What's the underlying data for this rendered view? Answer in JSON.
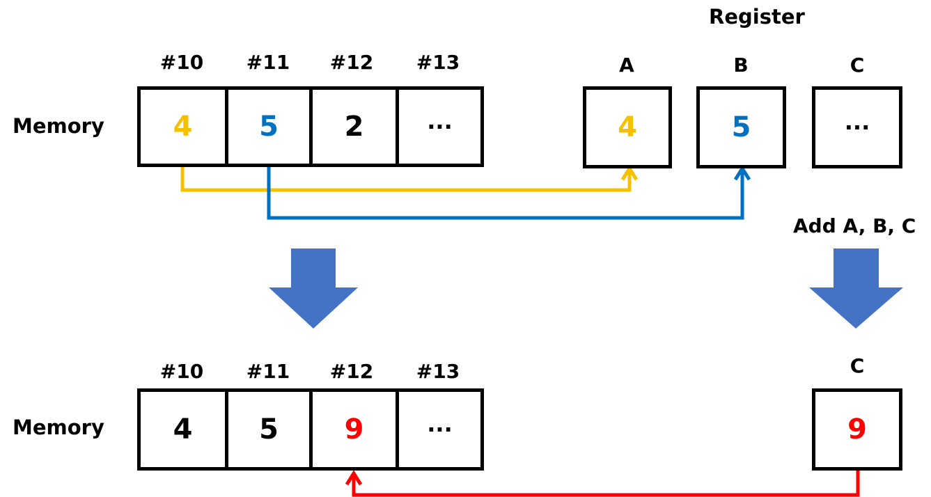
{
  "colors": {
    "yellow": "#F5C000",
    "blue": "#0070C0",
    "red": "#FF0000",
    "black": "#000000",
    "big_arrow": "#4472C4"
  },
  "register_title": "Register",
  "instruction": "Add A, B, C",
  "top": {
    "row_label": "Memory",
    "addresses": [
      "#10",
      "#11",
      "#12",
      "#13"
    ],
    "memory_values": [
      "4",
      "5",
      "2",
      "···"
    ],
    "memory_value_colors": [
      "#F5C000",
      "#0070C0",
      "#000000",
      "#000000"
    ],
    "registers": [
      {
        "name": "A",
        "value": "4",
        "color": "#F5C000"
      },
      {
        "name": "B",
        "value": "5",
        "color": "#0070C0"
      },
      {
        "name": "C",
        "value": "···",
        "color": "#000000"
      }
    ]
  },
  "bottom": {
    "row_label": "Memory",
    "addresses": [
      "#10",
      "#11",
      "#12",
      "#13"
    ],
    "memory_values": [
      "4",
      "5",
      "9",
      "···"
    ],
    "memory_value_colors": [
      "#000000",
      "#000000",
      "#FF0000",
      "#000000"
    ],
    "register": {
      "name": "C",
      "value": "9",
      "color": "#FF0000"
    }
  },
  "icons": {
    "down_arrow": "big-down-arrow-icon"
  }
}
